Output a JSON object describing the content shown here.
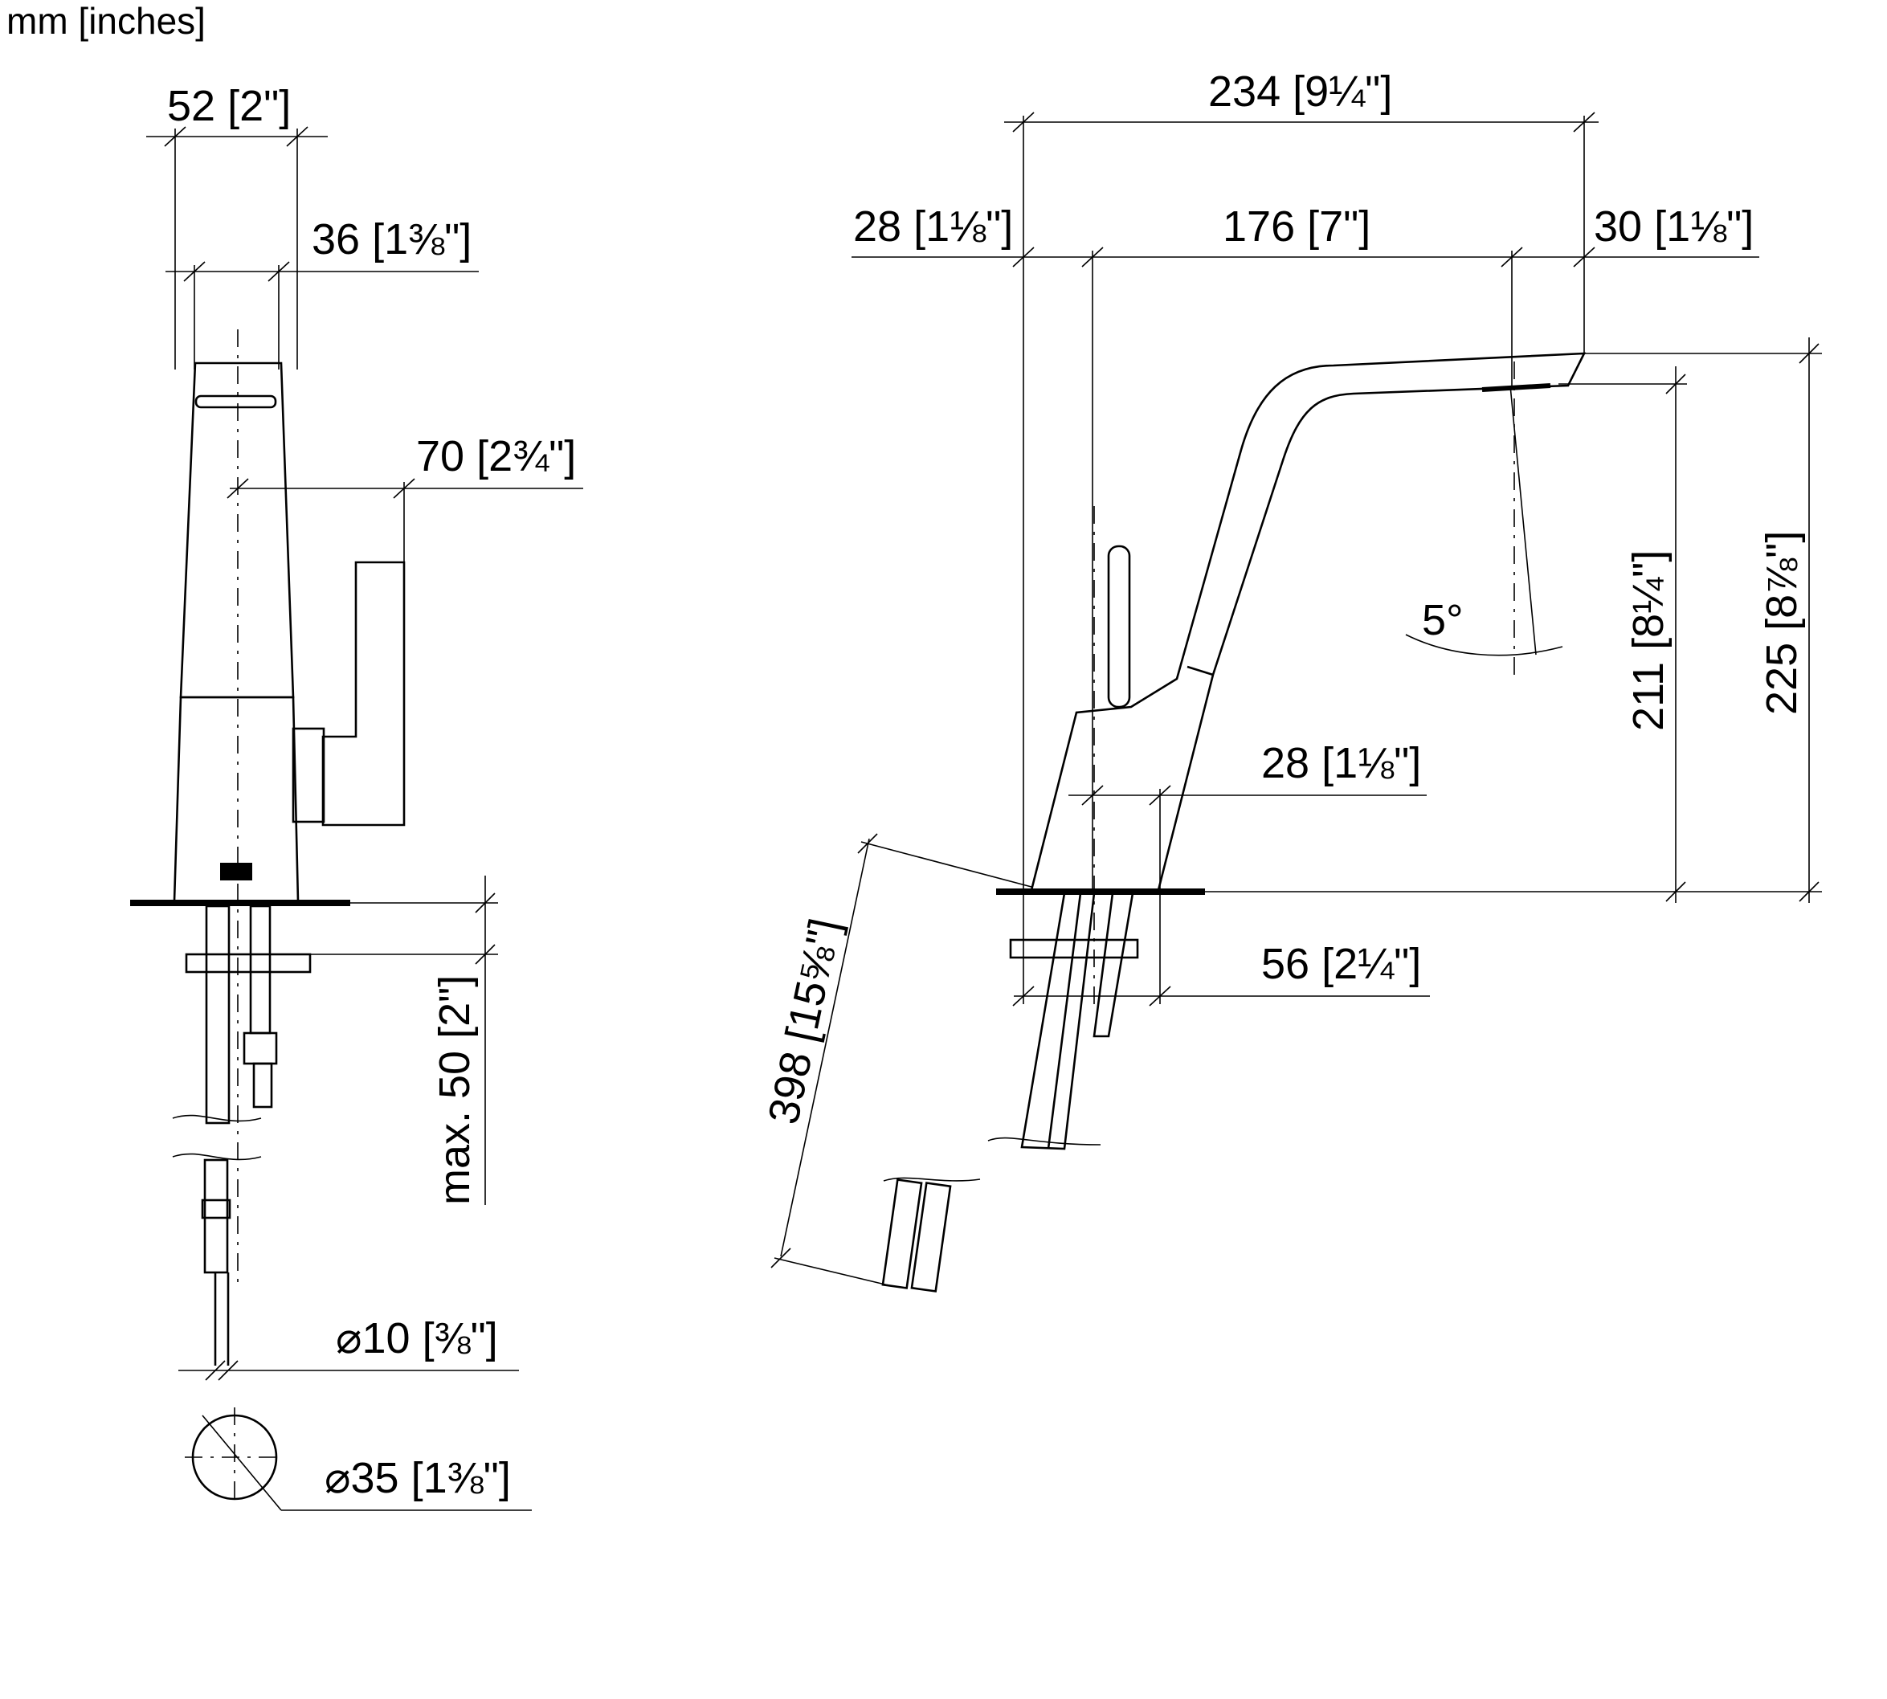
{
  "units_label": "mm [inches]",
  "side_view": {
    "width_overall": "52 [2\"]",
    "width_body": "36 [1⅜\"]",
    "lever_offset": "70 [2¾\"]",
    "max_deck_thickness": "max. 50 [2\"]",
    "hose_diameter": "⌀10 [⅜\"]",
    "hole_diameter": "⌀35 [1⅜\"]"
  },
  "front_view": {
    "overall_length": "234 [9¼\"]",
    "lever_offset": "28 [1⅛\"]",
    "reach": "176 [7\"]",
    "spout_tip": "30 [1⅛\"]",
    "spray_angle": "5°",
    "spout_height": "211 [8¼\"]",
    "total_height": "225 [8⅞\"]",
    "base_offset": "28 [1⅛\"]",
    "base_width": "56 [2¼\"]",
    "hose_length": "398 [15⅝\"]"
  }
}
